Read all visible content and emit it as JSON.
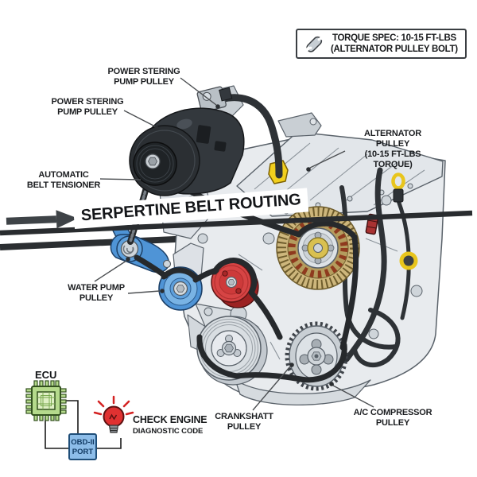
{
  "title_banner": {
    "text": "SERPERTINE BELT ROUTING",
    "arrow_icon": "right-arrow-icon"
  },
  "torque_box": {
    "icon": "wrench-icon",
    "line1": "TORQUE SPEC: 10-15 FT-LBS",
    "line2": "(ALTERNATOR PULLEY BOLT)"
  },
  "labels": {
    "power_steering_top": "POWER STERING\nPUMP PULLEY",
    "power_steering_left": "POWER STERING\nPUMP PULLEY",
    "alternator": "ALTERNATOR PULLEY\n(10-15 FT-LBS TORQUE)",
    "belt_tensioner": "AUTOMATIC\nBELT TENSIONER",
    "water_pump": "WATER PUMP\nPULLEY",
    "crankshaft": "CRANKSHATT\nPULLEY",
    "ac_compressor": "A/C COMPRESSOR\nPULLEY"
  },
  "diagnostics": {
    "ecu_label": "ECU",
    "obd_port_label": "OBD-II\nPORT",
    "check_engine_line1": "CHECK ENGINE",
    "check_engine_line2": "DIAGNOSTIC CODE"
  },
  "colors": {
    "belt": "#26292c",
    "engine_gray": "#e8ebee",
    "tensioner_blue": "#4f94d6",
    "pulley_red": "#d64444",
    "alternator_gold": "#cdb67c",
    "warning_yellow": "#f2cf1d",
    "ecu_green": "#b5da8c",
    "obd_blue": "#8dbde9",
    "bulb_red": "#e03131",
    "arrow_gray": "#3e4347"
  }
}
